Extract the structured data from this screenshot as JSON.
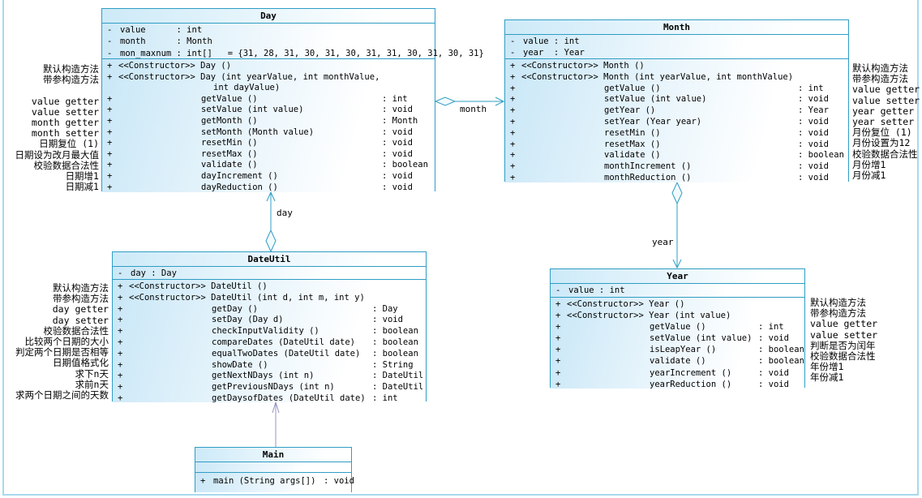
{
  "colors": {
    "box_border": "#2f9dc4",
    "box_fill_light": "#cbe8f7",
    "box_fill_white": "#ffffff",
    "relation_line": "#2f9dc4",
    "dependency_line": "#9494c0",
    "text": "#000000"
  },
  "classes": [
    {
      "id": "day",
      "name": "Day",
      "attributes": [
        {
          "visibility": "-",
          "text": "value      : int"
        },
        {
          "visibility": "-",
          "text": "month      : Month"
        },
        {
          "visibility": "-",
          "text": "mon_maxnum : int[]   = {31, 28, 31, 30, 31, 30, 31, 31, 30, 31, 30, 31}"
        }
      ],
      "methods": [
        {
          "visibility": "+",
          "ctor": true,
          "label": "<<Constructor>> Day ()"
        },
        {
          "visibility": "+",
          "ctor": true,
          "label": "<<Constructor>> Day (int yearValue, int monthValue,",
          "label2": "int dayValue)"
        },
        {
          "visibility": "+",
          "label": "getValue ()",
          "ret": ": int"
        },
        {
          "visibility": "+",
          "label": "setValue (int value)",
          "ret": ": void"
        },
        {
          "visibility": "+",
          "label": "getMonth ()",
          "ret": ": Month"
        },
        {
          "visibility": "+",
          "label": "setMonth (Month value)",
          "ret": ": void"
        },
        {
          "visibility": "+",
          "label": "resetMin ()",
          "ret": ": void"
        },
        {
          "visibility": "+",
          "label": "resetMax ()",
          "ret": ": void"
        },
        {
          "visibility": "+",
          "label": "validate ()",
          "ret": ": boolean"
        },
        {
          "visibility": "+",
          "label": "dayIncrement ()",
          "ret": ": void"
        },
        {
          "visibility": "+",
          "label": "dayReduction ()",
          "ret": ": void"
        }
      ]
    },
    {
      "id": "month",
      "name": "Month",
      "attributes": [
        {
          "visibility": "-",
          "text": "value : int"
        },
        {
          "visibility": "-",
          "text": "year  : Year"
        }
      ],
      "methods": [
        {
          "visibility": "+",
          "ctor": true,
          "label": "<<Constructor>> Month ()"
        },
        {
          "visibility": "+",
          "ctor": true,
          "label": "<<Constructor>> Month (int yearValue, int monthValue)"
        },
        {
          "visibility": "+",
          "label": "getValue ()",
          "ret": ": int"
        },
        {
          "visibility": "+",
          "label": "setValue (int value)",
          "ret": ": void"
        },
        {
          "visibility": "+",
          "label": "getYear ()",
          "ret": ": Year"
        },
        {
          "visibility": "+",
          "label": "setYear (Year year)",
          "ret": ": void"
        },
        {
          "visibility": "+",
          "label": "resetMin ()",
          "ret": ": void"
        },
        {
          "visibility": "+",
          "label": "resetMax ()",
          "ret": ": void"
        },
        {
          "visibility": "+",
          "label": "validate ()",
          "ret": ": boolean"
        },
        {
          "visibility": "+",
          "label": "monthIncrement ()",
          "ret": ": void"
        },
        {
          "visibility": "+",
          "label": "monthReduction ()",
          "ret": ": void"
        }
      ]
    },
    {
      "id": "dateutil",
      "name": "DateUtil",
      "attributes": [
        {
          "visibility": "-",
          "text": "day : Day"
        }
      ],
      "methods": [
        {
          "visibility": "+",
          "ctor": true,
          "label": "<<Constructor>> DateUtil ()"
        },
        {
          "visibility": "+",
          "ctor": true,
          "label": "<<Constructor>> DateUtil (int d, int m, int y)"
        },
        {
          "visibility": "+",
          "label": "getDay ()",
          "ret": ": Day"
        },
        {
          "visibility": "+",
          "label": "setDay (Day d)",
          "ret": ": void"
        },
        {
          "visibility": "+",
          "label": "checkInputValidity ()",
          "ret": ": boolean"
        },
        {
          "visibility": "+",
          "label": "compareDates (DateUtil date)",
          "ret": ": boolean"
        },
        {
          "visibility": "+",
          "label": "equalTwoDates (DateUtil date)",
          "ret": ": boolean"
        },
        {
          "visibility": "+",
          "label": "showDate ()",
          "ret": ": String"
        },
        {
          "visibility": "+",
          "label": "getNextNDays (int n)",
          "ret": ": DateUtil"
        },
        {
          "visibility": "+",
          "label": "getPreviousNDays (int n)",
          "ret": ": DateUtil"
        },
        {
          "visibility": "+",
          "label": "getDaysofDates (DateUtil date)",
          "ret": ": int"
        }
      ]
    },
    {
      "id": "year",
      "name": "Year",
      "attributes": [
        {
          "visibility": "-",
          "text": "value : int"
        }
      ],
      "methods": [
        {
          "visibility": "+",
          "ctor": true,
          "label": "<<Constructor>> Year ()"
        },
        {
          "visibility": "+",
          "ctor": true,
          "label": "<<Constructor>> Year (int value)"
        },
        {
          "visibility": "+",
          "label": "getValue ()",
          "ret": ": int"
        },
        {
          "visibility": "+",
          "label": "setValue (int value)",
          "ret": ": void"
        },
        {
          "visibility": "+",
          "label": "isLeapYear ()",
          "ret": ": boolean"
        },
        {
          "visibility": "+",
          "label": "validate ()",
          "ret": ": boolean"
        },
        {
          "visibility": "+",
          "label": "yearIncrement ()",
          "ret": ": void"
        },
        {
          "visibility": "+",
          "label": "yearReduction ()",
          "ret": ": void"
        }
      ]
    },
    {
      "id": "main",
      "name": "Main",
      "attributes": [],
      "methods": [
        {
          "visibility": "+",
          "label": "main (String args[])",
          "ret": ": void"
        }
      ]
    }
  ],
  "relations": {
    "day_month": {
      "label": "month",
      "kind": "aggregation"
    },
    "dateutil_day": {
      "label": "day",
      "kind": "aggregation"
    },
    "month_year": {
      "label": "year",
      "kind": "aggregation"
    },
    "main_dateutil": {
      "label": "",
      "kind": "association"
    }
  },
  "annotations": [
    {
      "id": "day-left",
      "lines": [
        "默认构造方法",
        "带参构造方法",
        "",
        "value getter",
        "value setter",
        "month getter",
        "month setter",
        "日期复位 (1)",
        "日期设为改月最大值",
        "校验数据合法性",
        "日期增1",
        "日期减1"
      ]
    },
    {
      "id": "month-right",
      "lines": [
        "默认构造方法",
        "带参构造方法",
        "value getter",
        "value setter",
        "year getter",
        "year setter",
        "月份复位 (1)",
        "月份设置为12",
        "校验数据合法性",
        "月份增1",
        "月份减1"
      ]
    },
    {
      "id": "dateutil-left",
      "lines": [
        "默认构造方法",
        "带参构造方法",
        "day getter",
        "day setter",
        "校验数据合法性",
        "比较两个日期的大小",
        "判定两个日期是否相等",
        "日期值格式化",
        "求下n天",
        "求前n天",
        "求两个日期之间的天数"
      ]
    },
    {
      "id": "year-right",
      "lines": [
        "默认构造方法",
        "带参构造方法",
        "value getter",
        "value setter",
        "判断是否为闰年",
        "校验数据合法性",
        "年份增1",
        "年份减1"
      ]
    }
  ]
}
